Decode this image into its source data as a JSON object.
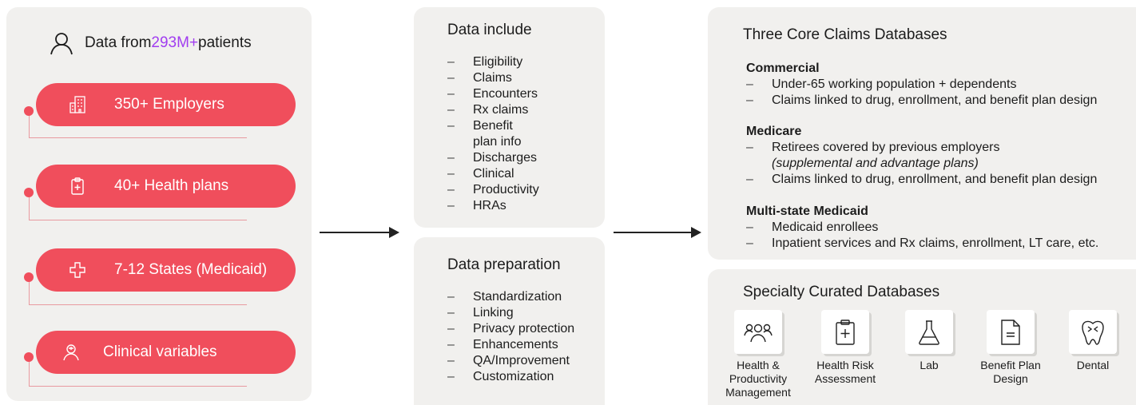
{
  "left": {
    "header_prefix": "Data from ",
    "header_highlight": "293M+",
    "header_suffix": " patients",
    "pills": [
      {
        "label": "350+ Employers",
        "icon": "building-icon"
      },
      {
        "label": "40+ Health plans",
        "icon": "clipboard-plus-icon"
      },
      {
        "label": "7-12 States (Medicaid)",
        "icon": "medical-cross-icon"
      },
      {
        "label": "Clinical variables",
        "icon": "clinician-icon"
      }
    ]
  },
  "data_include": {
    "title": "Data include",
    "items": [
      "Eligibility",
      "Claims",
      "Encounters",
      "Rx claims",
      "Benefit",
      "plan info",
      "Discharges",
      "Clinical",
      "Productivity",
      "HRAs"
    ]
  },
  "data_preparation": {
    "title": "Data preparation",
    "items": [
      "Standardization",
      "Linking",
      "Privacy protection",
      "Enhancements",
      "QA/Improvement",
      "Customization"
    ]
  },
  "core": {
    "title": "Three Core Claims Databases",
    "sections": [
      {
        "heading": "Commercial",
        "items": [
          "Under-65 working population + dependents",
          "Claims linked to drug, enrollment, and benefit plan design"
        ]
      },
      {
        "heading": "Medicare",
        "items": [
          "Retirees covered by previous employers",
          "Claims linked to drug, enrollment, and benefit plan design"
        ],
        "note": "(supplemental and advantage plans)"
      },
      {
        "heading": "Multi-state Medicaid",
        "items": [
          "Medicaid enrollees",
          "Inpatient services and Rx claims, enrollment, LT care, etc."
        ]
      }
    ]
  },
  "specialty": {
    "title": "Specialty Curated Databases",
    "tiles": [
      {
        "label": "Health & Productivity Management",
        "icon": "people-group-icon"
      },
      {
        "label": "Health Risk Assessment",
        "icon": "clipboard-plus-icon"
      },
      {
        "label": "Lab",
        "icon": "flask-icon"
      },
      {
        "label": "Benefit Plan Design",
        "icon": "document-icon"
      },
      {
        "label": "Dental",
        "icon": "tooth-icon"
      }
    ]
  },
  "colors": {
    "accent": "#a13df0",
    "pill": "#f04e5c",
    "panel": "#f1f0ee"
  }
}
